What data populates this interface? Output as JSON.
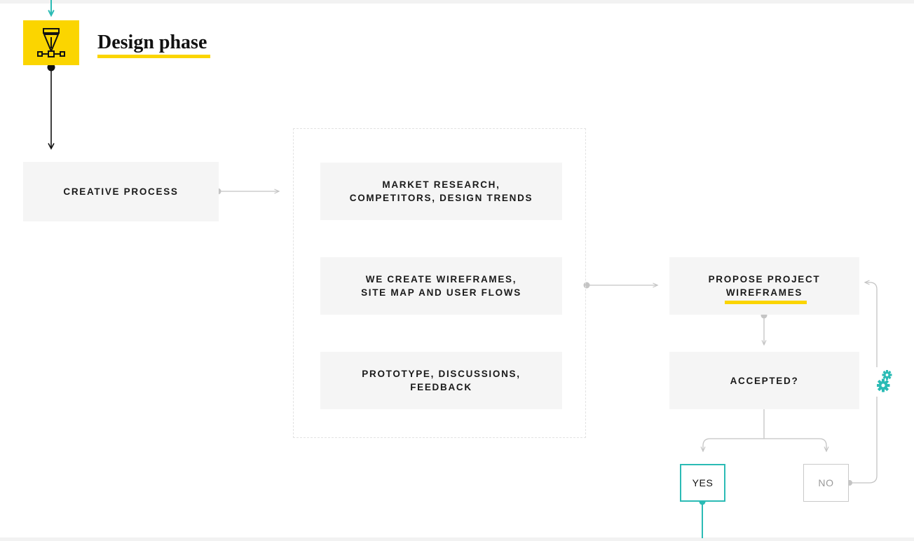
{
  "page": {
    "title": "Design phase",
    "background": "#ffffff"
  },
  "colors": {
    "accent_yellow": "#FBD500",
    "accent_teal": "#2BBBB5",
    "box_fill": "#f5f5f5",
    "connector_gray": "#c4c4c4",
    "dashed_border": "#e2e2e2",
    "text_dark": "#1a1a1a",
    "text_muted": "#9a9a9a"
  },
  "header": {
    "icon_name": "pen-nib-icon",
    "icon_box_color": "#FBD500",
    "title": "Design phase",
    "title_underline_color": "#FBD500",
    "entry_arrow_color": "#2BBBB5"
  },
  "nodes": {
    "creative_process": "CREATIVE PROCESS",
    "market_research": "MARKET RESEARCH,\nCOMPETITORS, DESIGN TRENDS",
    "market_research_line1": "MARKET RESEARCH,",
    "market_research_line2": "COMPETITORS, DESIGN TRENDS",
    "wireframes_work_line1": "WE CREATE WIREFRAMES,",
    "wireframes_work_line2": "SITE MAP AND USER FLOWS",
    "prototype_line1": "PROTOTYPE, DISCUSSIONS,",
    "prototype_line2": "FEEDBACK",
    "propose_line1": "PROPOSE PROJECT",
    "propose_line2": "WIREFRAMES",
    "accepted": "ACCEPTED?",
    "yes": "YES",
    "no": "NO"
  },
  "icons": {
    "gear_small": "gear-icon",
    "gear_large": "gear-icon",
    "gear_color": "#2BBBB5"
  },
  "flow": {
    "entry_to_icon": "teal-down-arrow",
    "icon_to_creative_process": "black-down-arrow",
    "creative_process_to_group": "gray-right-arrow",
    "group_to_propose": "gray-right-arrow",
    "propose_to_accepted": "gray-down-arrow",
    "accepted_to_yes": "gray-branch-arrow",
    "accepted_to_no": "gray-branch-arrow",
    "no_back_to_propose": "gray-loop-arrow",
    "yes_to_next": "teal-line"
  }
}
